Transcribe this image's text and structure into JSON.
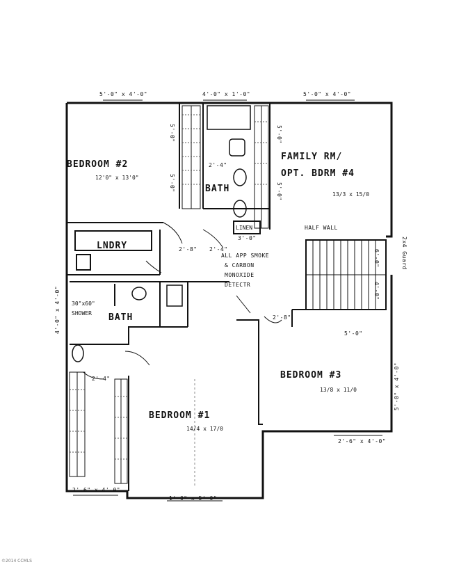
{
  "rooms": {
    "bedroom2": "BEDROOM #2",
    "bedroom2_size": "12'0\" x 13'0\"",
    "family": "FAMILY RM/",
    "family2": "OPT. BDRM #4",
    "family_size": "13/3 x 15/0",
    "bath_upper": "BATH",
    "linen": "LINEN",
    "laundry": "LNDRY",
    "bath_lower": "BATH",
    "shower": "30\"x60\"",
    "shower2": "SHOWER",
    "bedroom1": "BEDROOM #1",
    "bedroom1_size": "14/4 x 17/0",
    "bedroom3": "BEDROOM #3",
    "bedroom3_size": "13/8 x 11/0"
  },
  "notes": {
    "half_wall": "HALF WALL",
    "smoke1": "ALL APP SMOKE",
    "smoke2": "& CARBON",
    "smoke3": "MONOXIDE",
    "smoke4": "DETECTR",
    "stair": "2x4 Guard"
  },
  "dims": {
    "top_left": "5'-0\" x 4'-0\"",
    "top_mid": "4'-0\" x 1'-0\"",
    "top_right": "5'-0\" x 4'-0\"",
    "bottom_left": "2'-6\" x 4'-0\"",
    "bottom_mid": "1'-0\" x 5'-0\"",
    "bottom_right": "2'-6\" x 4'-0\"",
    "left_side": "4'-0\" x 4'-0\"",
    "right_side": "5'-0\" x 4'-0\"",
    "bed2_closet_a": "5'-0\"",
    "bed2_closet_b": "5'-0\"",
    "fam_closet_a": "5'-0\"",
    "fam_closet_b": "5'-0\"",
    "bath_door": "2'-4\"",
    "hall_a": "2'-8\"",
    "hall_b": "2'-4\"",
    "linen_w": "3'-0\"",
    "stair_w": "5'-0\"",
    "stair_a": "6'-0\"",
    "stair_b": "4'-0\"",
    "lower_door": "2'-4\"",
    "bed1_door": "2'-8\""
  },
  "footer": {
    "copyright": "©2014 CCMLS"
  }
}
